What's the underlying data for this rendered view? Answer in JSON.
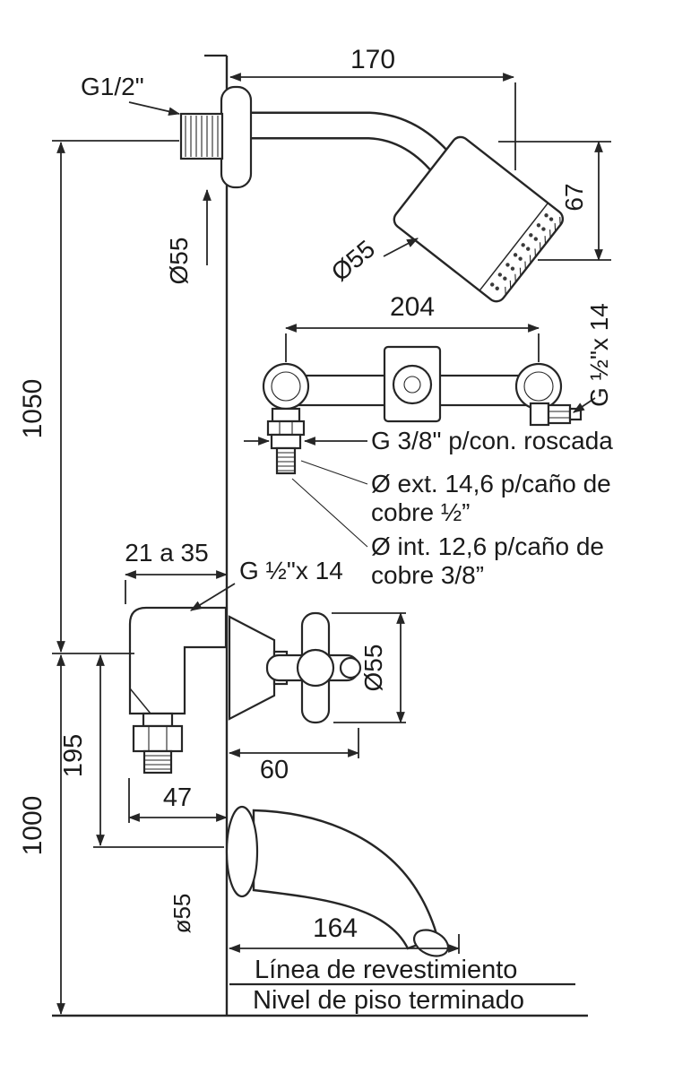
{
  "diagram": {
    "type": "technical-installation-drawing",
    "colors": {
      "line": "#262626",
      "background": "#ffffff"
    },
    "labels": {
      "g_thread_top": "G1/2\"",
      "dim_arm_length": "170",
      "dim_head_height": "67",
      "dia_head": "Ø55",
      "dia_flange_top": "Ø55",
      "dim_height_shower": "1050",
      "dim_valve_spacing": "204",
      "g_thread_right": "G ½\"x 14",
      "g_thread_connection": "G 3/8\" p/con. roscada",
      "note_ext_1": "Ø ext. 14,6 p/caño de",
      "note_ext_2": "cobre ½”",
      "note_int_1": "Ø int. 12,6 p/caño de",
      "note_int_2": "cobre 3/8”",
      "dim_wall_depth": "21 a 35",
      "g_thread_mid": "G ½\"x 14",
      "dia_handle": "Ø55",
      "dim_valve_to_spout": "195",
      "dim_handle_width": "60",
      "dim_fitting_depth": "47",
      "dim_height_spout": "1000",
      "dia_spout_flange": "ø55",
      "dim_spout_length": "164",
      "line_finish": "Línea de revestimiento",
      "line_floor": "Nivel de piso terminado"
    }
  }
}
